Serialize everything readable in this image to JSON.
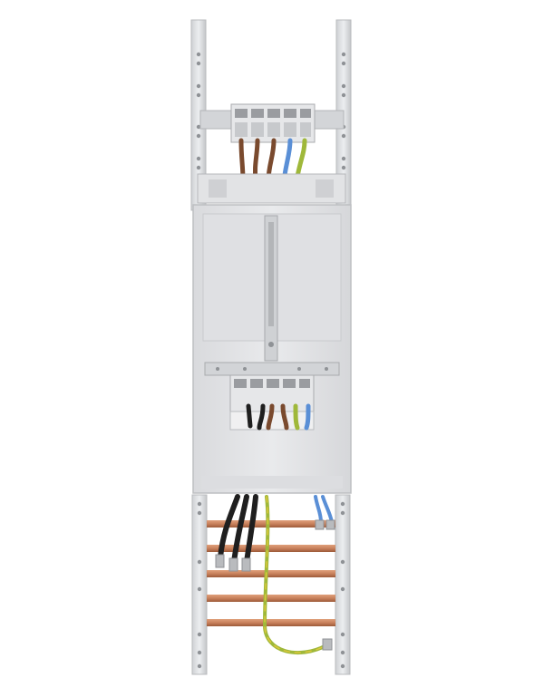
{
  "image": {
    "subject": "meter-panel-assembly",
    "colors": {
      "background": "#ffffff",
      "rail": "#dfe0e2",
      "rail_shade": "#c9cbce",
      "panel": "#e4e5e7",
      "panel_edge": "#cfd0d3",
      "terminal": "#d8d9dc",
      "busbar": "#c8815c",
      "busbar_shade": "#a8633f",
      "wire_brown": "#7a4a2e",
      "wire_blue": "#5a8fd6",
      "wire_black": "#1f1f1f",
      "wire_green_yellow": "#9fb83a"
    },
    "busbar_count": 5,
    "terminal_block_poles": 5
  }
}
